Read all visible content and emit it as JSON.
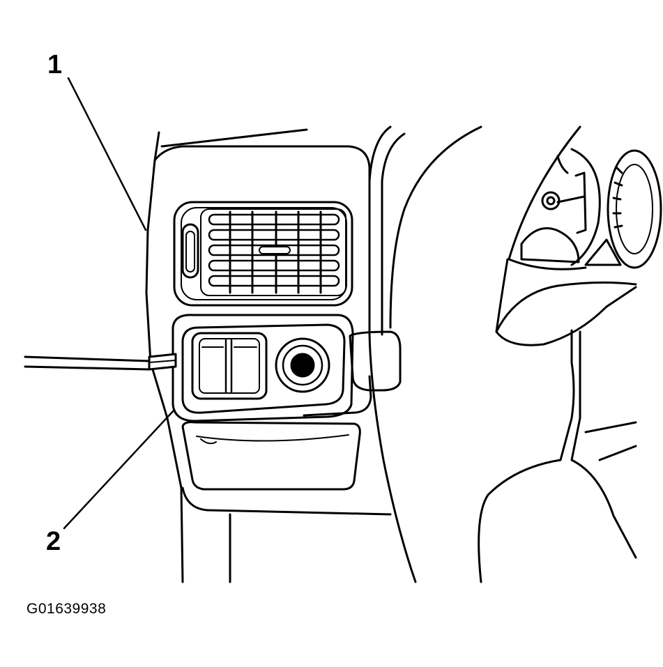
{
  "callouts": {
    "one": "1",
    "two": "2"
  },
  "figure_id": "G01639938",
  "colors": {
    "line": "#000000",
    "background": "#ffffff"
  }
}
